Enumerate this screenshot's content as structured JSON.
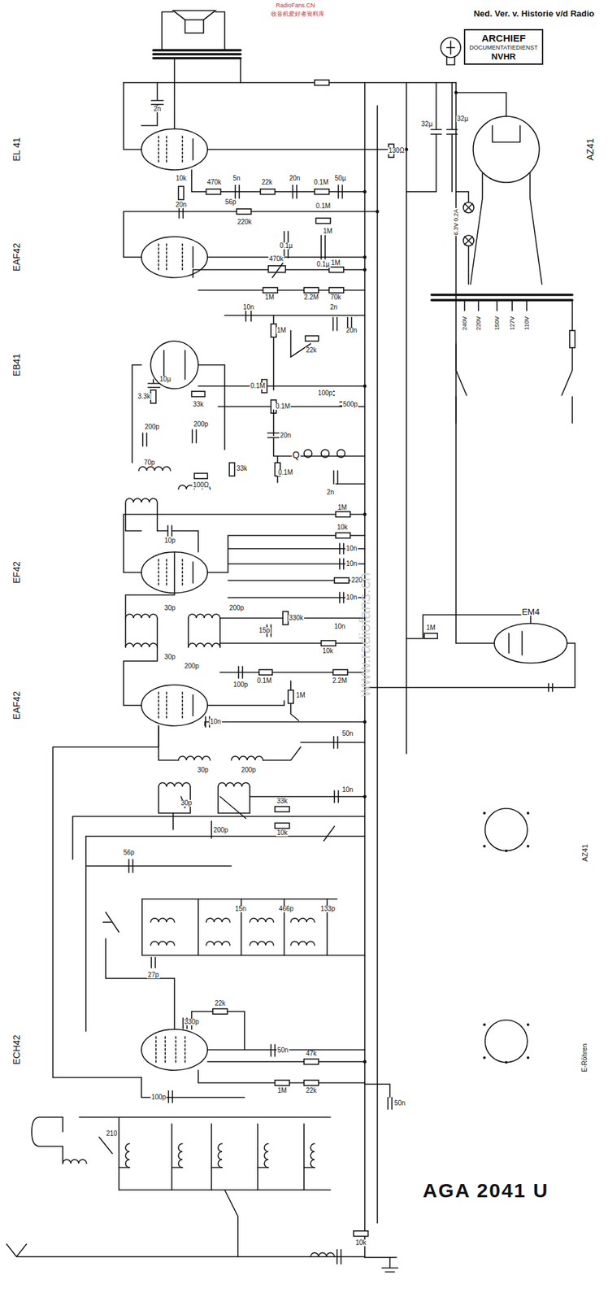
{
  "diagram": {
    "title": "AGA 2041 U",
    "nodes": [
      {
        "text": [
          "ARCHIEF",
          "DOCUMENTATIEDIENST",
          "NVHR"
        ]
      }
    ],
    "labels": [
      "RadioFans.CN",
      "收音机爱好者资料库",
      "Ned. Ver. v. Historie v/d Radio",
      "EL 41",
      "EAF42",
      "EB41",
      "EF42",
      "EAF42",
      "ECH42",
      "AZ41",
      "EM4",
      "AZ41",
      "E-Röhren",
      "www.radiofans.cn",
      "2n",
      "10k",
      "470k",
      "5n",
      "22k",
      "20n",
      "0.1M",
      "50µ",
      "130Ω",
      "32µ",
      "32µ",
      "20n",
      "56p",
      "220k",
      "0.1M",
      "1M",
      "0.1µ",
      "0.1µ",
      "470k",
      "1M",
      "1M",
      "2.2M",
      "70k",
      "10n",
      "1M",
      "22k",
      "2n",
      "20n",
      "0.1M",
      "0.1M",
      "100p",
      "500p",
      "20n",
      "0.1M",
      "2n",
      "10µ",
      "3.3k",
      "33k",
      "200p",
      "200p",
      "70p",
      "100Ω",
      "33k",
      "10p",
      "1M",
      "10k",
      "10n",
      "10n",
      "220",
      "10n",
      "30p",
      "200p",
      "15p",
      "330k",
      "10n",
      "10k",
      "30p",
      "200p",
      "100p",
      "0.1M",
      "2.2M",
      "1M",
      "10n",
      "30p",
      "200p",
      "50n",
      "30p",
      "200p",
      "10n",
      "33k",
      "10k",
      "56p",
      "15n",
      "466p",
      "133p",
      "27p",
      "330p",
      "22k",
      "50n",
      "47k",
      "22k",
      "1M",
      "100p",
      "50n",
      "210",
      "10k",
      "6.3V 0.2A",
      "240V",
      "220V",
      "150V",
      "127V",
      "110V",
      "1M",
      "Q"
    ]
  }
}
